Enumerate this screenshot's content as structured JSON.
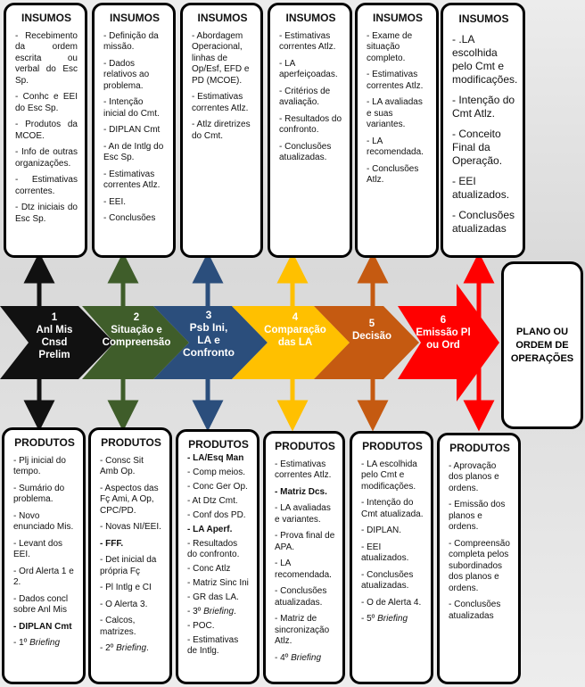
{
  "colors": {
    "c1": "#111111",
    "c2": "#3f5d2a",
    "c3": "#2b4e7c",
    "c4": "#ffc000",
    "c5": "#c55a11",
    "c6": "#ff0000"
  },
  "inputs": [
    {
      "header": "INSUMOS",
      "items": [
        "- Recebimento da ordem escrita ou verbal do Esc Sp.",
        "- Conhc e EEI do Esc Sp.",
        "- Produtos da MCOE.",
        "- Info de outras organizações.",
        "- Estimativas correntes.",
        "- Dtz iniciais do Esc Sp."
      ]
    },
    {
      "header": "INSUMOS",
      "items": [
        "- Definição da missão.",
        "- Dados relativos ao problema.",
        "- Intenção inicial do Cmt.",
        "- DIPLAN Cmt",
        "- An de Intlg do Esc Sp.",
        "- Estimativas correntes Atlz.",
        "- EEI.",
        "- Conclusões"
      ]
    },
    {
      "header": "INSUMOS",
      "items": [
        "- Abordagem Operacional, linhas de Op/Esf, EFD e PD (MCOE).",
        "- Estimativas correntes Atlz.",
        "- Atlz diretrizes do Cmt."
      ]
    },
    {
      "header": "INSUMOS",
      "items": [
        "- Estimativas correntes Atlz.",
        "- LA aperfeiçoadas.",
        "- Critérios de avaliação.",
        "- Resultados do confronto.",
        "- Conclusões atualizadas."
      ]
    },
    {
      "header": "INSUMOS",
      "items": [
        "- Exame de situação completo.",
        "- Estimativas correntes Atlz.",
        "- LA avaliadas e suas variantes.",
        "- LA recomendada.",
        "- Conclusões Atlz."
      ]
    },
    {
      "header": "INSUMOS",
      "items": [
        "- .LA escolhida pelo Cmt e modificações.",
        "- Intenção do Cmt Atlz.",
        "- Conceito Final da Operação.",
        "- EEI atualizados.",
        "- Conclusões atualizadas"
      ]
    }
  ],
  "stages": [
    {
      "num": "1",
      "label": "Anl Mis Cnsd Prelim"
    },
    {
      "num": "2",
      "label": "Situação e Compreensão"
    },
    {
      "num": "3",
      "label": "Psb Ini, LA e Confronto"
    },
    {
      "num": "4",
      "label": "Comparação das LA"
    },
    {
      "num": "5",
      "label": "Decisão"
    },
    {
      "num": "6",
      "label": "Emissão Pl ou Ord"
    }
  ],
  "final": {
    "label": "PLANO OU ORDEM DE OPERAÇÕES"
  },
  "outputs": [
    {
      "header": "PRODUTOS",
      "items": [
        "- Plj inicial do tempo.",
        "- Sumário do problema.",
        "- Novo enunciado Mis.",
        "- Levant dos EEI.",
        "- Ord Alerta 1 e 2.",
        "- Dados concl sobre Anl Mis",
        "- DIPLAN Cmt",
        "- 1º Briefing"
      ]
    },
    {
      "header": "PRODUTOS",
      "items": [
        "- Consc Sit Amb Op.",
        "- Aspectos das Fç Ami, A Op, CPC/PD.",
        "- Novas NI/EEI.",
        "- FFF.",
        "- Det inicial da própria Fç",
        "- Pl Intlg e CI",
        "- O Alerta 3.",
        "- Calcos, matrizes.",
        "- 2º Briefing."
      ]
    },
    {
      "header": "PRODUTOS",
      "items": [
        "- LA/Esq Man",
        "- Comp meios.",
        "- Conc Ger Op.",
        "- At Dtz Cmt.",
        "- Conf dos PD.",
        "- LA Aperf.",
        "- Resultados do confronto.",
        "- Conc Atlz",
        "- Matriz Sinc Ini",
        "- GR das LA.",
        "- 3º Briefing.",
        "- POC.",
        "- Estimativas de Intlg."
      ]
    },
    {
      "header": "PRODUTOS",
      "items": [
        "- Estimativas correntes Atlz.",
        "- Matriz Dcs.",
        "- LA avaliadas e variantes.",
        "- Prova final de APA.",
        "- LA recomendada.",
        "- Conclusões atualizadas.",
        "- Matriz de sincronização Atlz.",
        "- 4º Briefing"
      ]
    },
    {
      "header": "PRODUTOS",
      "items": [
        "- LA escolhida pelo Cmt e modificações.",
        "- Intenção do Cmt atualizada.",
        "- DIPLAN.",
        "- EEI atualizados.",
        "- Conclusões atualizadas.",
        "- O de Alerta 4.",
        "- 5º Briefing"
      ]
    },
    {
      "header": "PRODUTOS",
      "items": [
        "- Aprovação dos planos e ordens.",
        "- Emissão dos planos e ordens.",
        "- Compreensão completa pelos subordinados dos planos e ordens.",
        "- Conclusões atualizadas"
      ]
    }
  ]
}
